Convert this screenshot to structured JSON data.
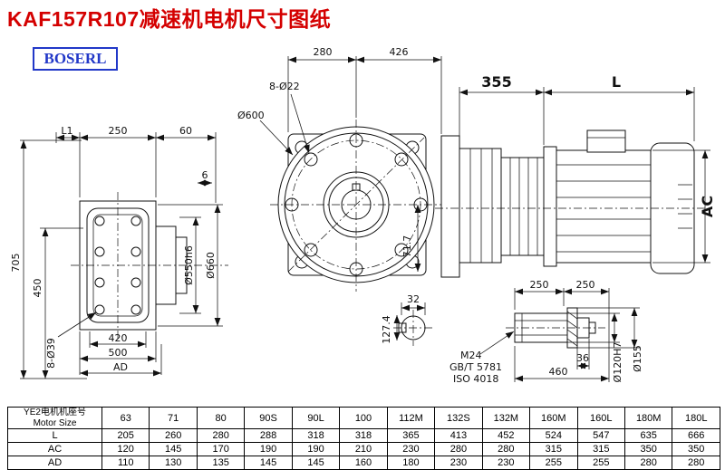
{
  "title": "KAF157R107减速机电机尺寸图纸",
  "brand": "BOSERL",
  "drawing": {
    "front_view": {
      "dim_L1": "L1",
      "dim_250": "250",
      "dim_60": "60",
      "dim_6": "6",
      "dim_705": "705",
      "dim_450": "450",
      "dia_550": "Ø550h6",
      "dia_660": "Ø660",
      "holes_39": "8-Ø39",
      "dim_420": "420",
      "dim_500": "500",
      "dim_AD": "AD"
    },
    "flange_view": {
      "dim_280": "280",
      "dim_426": "426",
      "holes_22": "8-Ø22",
      "dia_600": "Ø600",
      "dim_717": "71.7"
    },
    "motor_view": {
      "dim_355": "355",
      "dim_L": "L",
      "dim_AC": "AC"
    },
    "shaft_section": {
      "dim_32": "32",
      "dim_1274": "127.4"
    },
    "shaft_detail": {
      "dim_250_left": "250",
      "dim_250_right": "250",
      "thread": "M24",
      "std_gb": "GB/T 5781",
      "std_iso": "ISO 4018",
      "dim_36": "36",
      "dim_460": "460",
      "dia_120": "Ø120H7",
      "dia_155": "Ø155"
    }
  },
  "table": {
    "header_cn": "YE2电机机座号",
    "header_en": "Motor Size",
    "columns": [
      "63",
      "71",
      "80",
      "90S",
      "90L",
      "100",
      "112M",
      "132S",
      "132M",
      "160M",
      "160L",
      "180M",
      "180L"
    ],
    "rows": [
      {
        "label": "L",
        "values": [
          "205",
          "260",
          "280",
          "288",
          "318",
          "318",
          "365",
          "413",
          "452",
          "524",
          "547",
          "635",
          "666"
        ]
      },
      {
        "label": "AC",
        "values": [
          "120",
          "145",
          "170",
          "190",
          "190",
          "210",
          "230",
          "280",
          "280",
          "315",
          "315",
          "350",
          "350"
        ]
      },
      {
        "label": "AD",
        "values": [
          "110",
          "130",
          "135",
          "145",
          "145",
          "160",
          "180",
          "230",
          "230",
          "255",
          "255",
          "280",
          "280"
        ]
      }
    ]
  },
  "colors": {
    "title": "#d40000",
    "brand": "#2238c8",
    "line": "#111111"
  }
}
